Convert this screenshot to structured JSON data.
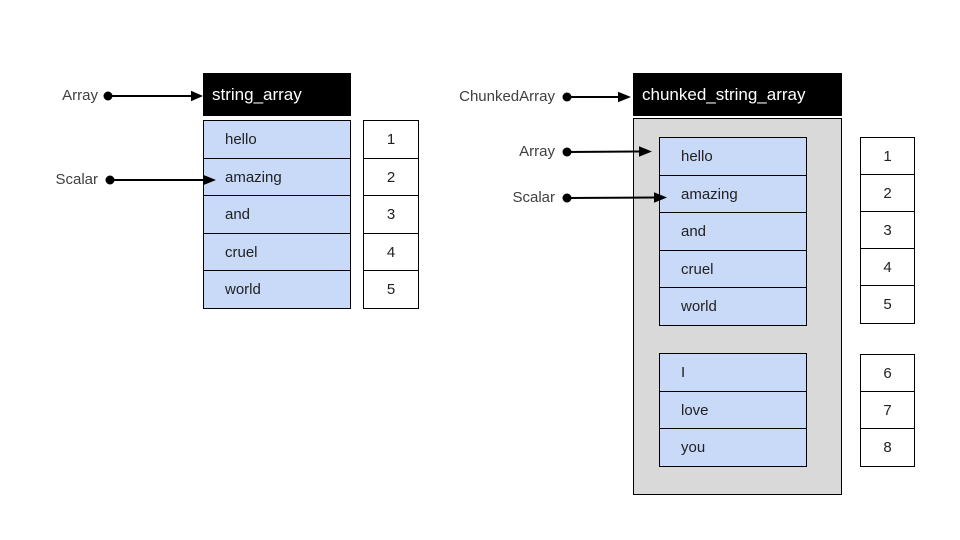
{
  "left_diagram": {
    "pointer_array_label": "Array",
    "pointer_scalar_label": "Scalar",
    "header": "string_array",
    "cells": [
      "hello",
      "amazing",
      "and",
      "cruel",
      "world"
    ],
    "indices": [
      "1",
      "2",
      "3",
      "4",
      "5"
    ]
  },
  "right_diagram": {
    "pointer_chunked_array_label": "ChunkedArray",
    "pointer_array_label": "Array",
    "pointer_scalar_label": "Scalar",
    "header": "chunked_string_array",
    "chunk1": [
      "hello",
      "amazing",
      "and",
      "cruel",
      "world"
    ],
    "chunk2": [
      "I",
      "love",
      "you"
    ],
    "indices1": [
      "1",
      "2",
      "3",
      "4",
      "5"
    ],
    "indices2": [
      "6",
      "7",
      "8"
    ]
  },
  "colors": {
    "cell_fill": "#c9daf8",
    "container_fill": "#d9d9d9",
    "header_fill": "#000000",
    "header_text": "#ffffff",
    "label_text": "#404040",
    "arrow": "#000000"
  }
}
